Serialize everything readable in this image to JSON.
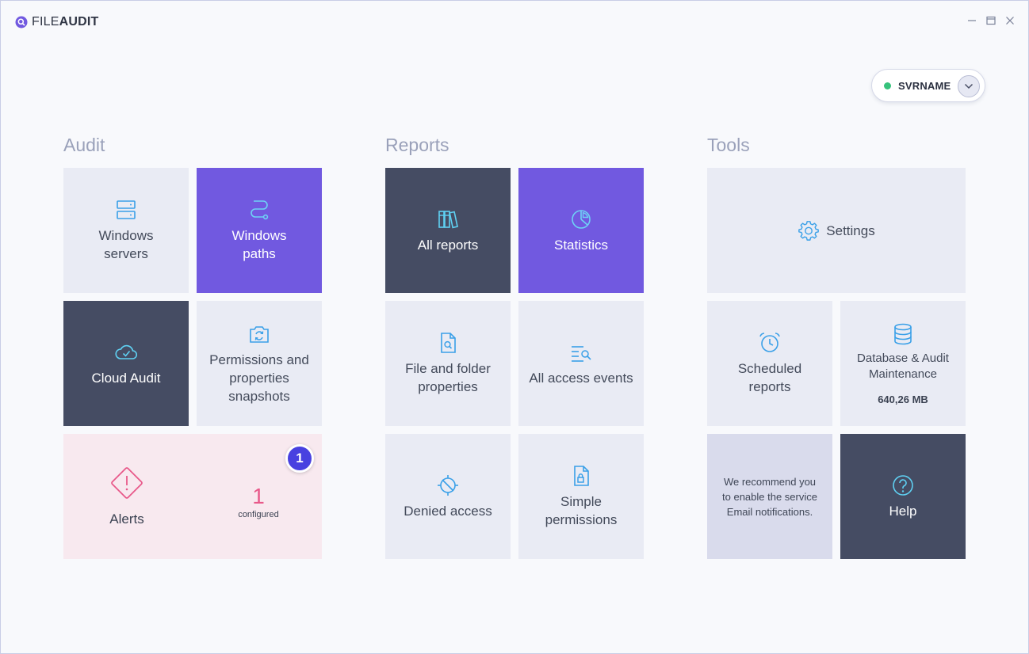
{
  "app": {
    "logo_light": "FILE",
    "logo_bold": "AUDIT"
  },
  "server": {
    "name": "SVRNAME",
    "status_color": "#37c27c"
  },
  "colors": {
    "purple": "#7159e0",
    "dark": "#454c63",
    "light": "#e9ebf4",
    "icon_blue": "#3aa0e8",
    "alert_pink": "#e8598a"
  },
  "sections": {
    "audit": "Audit",
    "reports": "Reports",
    "tools": "Tools"
  },
  "audit": {
    "windows_servers": "Windows servers",
    "windows_paths": "Windows paths",
    "cloud_audit": "Cloud Audit",
    "permissions_snapshots": "Permissions and properties snapshots",
    "alerts": {
      "label": "Alerts",
      "count": "1",
      "count_label": "configured",
      "badge": "1"
    }
  },
  "reports": {
    "all_reports": "All reports",
    "statistics": "Statistics",
    "file_folder_properties": "File and folder properties",
    "all_access_events": "All access events",
    "denied_access": "Denied access",
    "simple_permissions": "Simple permissions"
  },
  "tools": {
    "settings": "Settings",
    "scheduled_reports": "Scheduled reports",
    "db_maintenance": "Database & Audit Maintenance",
    "db_size": "640,26 MB",
    "recommendation": "We recommend you to enable the service Email notifications.",
    "help": "Help"
  }
}
